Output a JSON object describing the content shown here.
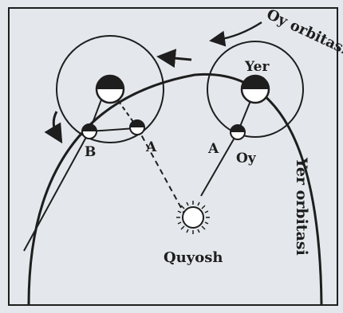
{
  "diagram": {
    "labels": {
      "oy_orbit": "Oy orbitasi",
      "yer_orbit": "Yer orbitasi",
      "yer": "Yer",
      "oy": "Oy",
      "quyosh": "Quyosh",
      "a_right": "A",
      "a_left": "A",
      "b": "B"
    },
    "colors": {
      "background": "#e4e8ec",
      "ink": "#1e1e1e",
      "body_fill": "#ffffff"
    }
  }
}
